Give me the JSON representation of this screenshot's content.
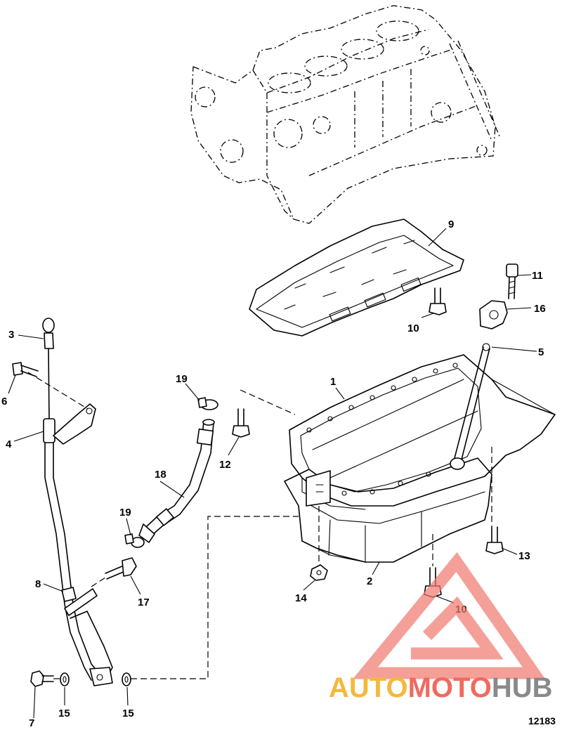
{
  "callouts": [
    {
      "id": "1",
      "label": "1"
    },
    {
      "id": "2",
      "label": "2"
    },
    {
      "id": "3",
      "label": "3"
    },
    {
      "id": "4",
      "label": "4"
    },
    {
      "id": "5",
      "label": "5"
    },
    {
      "id": "6",
      "label": "6"
    },
    {
      "id": "7",
      "label": "7"
    },
    {
      "id": "8",
      "label": "8"
    },
    {
      "id": "9",
      "label": "9"
    },
    {
      "id": "10a",
      "label": "10"
    },
    {
      "id": "10b",
      "label": "10"
    },
    {
      "id": "11",
      "label": "11"
    },
    {
      "id": "12",
      "label": "12"
    },
    {
      "id": "13",
      "label": "13"
    },
    {
      "id": "14",
      "label": "14"
    },
    {
      "id": "15a",
      "label": "15"
    },
    {
      "id": "15b",
      "label": "15"
    },
    {
      "id": "16",
      "label": "16"
    },
    {
      "id": "17",
      "label": "17"
    },
    {
      "id": "18",
      "label": "18"
    },
    {
      "id": "19a",
      "label": "19"
    },
    {
      "id": "19b",
      "label": "19"
    }
  ],
  "figure_number": "12183",
  "watermark": {
    "part1": "AUTO",
    "part2": "MOTO",
    "part3": "HUB",
    "colors": {
      "auto": "#f5b83d",
      "moto": "#f06a5f",
      "hub": "#8a8a8a",
      "triangle": "#f07a70"
    }
  }
}
